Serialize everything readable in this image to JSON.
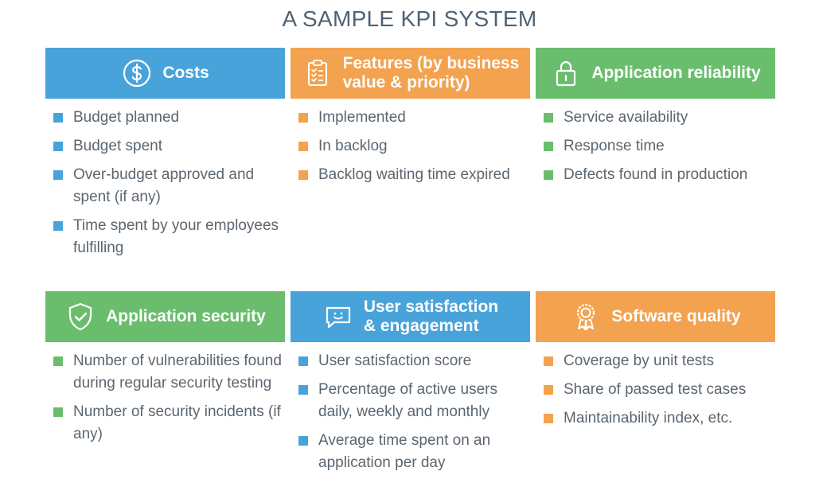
{
  "title": "A SAMPLE KPI SYSTEM",
  "colors": {
    "blue": "#49a3db",
    "orange": "#f3a24f",
    "green": "#6bbd6e",
    "title": "#4f6273"
  },
  "cards": [
    {
      "icon": "dollar-icon",
      "header": [
        "Costs"
      ],
      "items": [
        "Budget planned",
        "Budget spent",
        "Over-budget approved and spent (if any)",
        "Time spent by your employees fulfilling"
      ]
    },
    {
      "icon": "clipboard-checklist-icon",
      "header": [
        "Features (by business",
        "value & priority)"
      ],
      "items": [
        "Implemented",
        "In backlog",
        "Backlog waiting time expired"
      ]
    },
    {
      "icon": "lock-icon",
      "header": [
        "Application reliability"
      ],
      "items": [
        "Service availability",
        "Response time",
        "Defects found in production"
      ]
    },
    {
      "icon": "shield-check-icon",
      "header": [
        "Application security"
      ],
      "items": [
        "Number of vulnerabilities found during regular security testing",
        "Number of security incidents (if any)"
      ]
    },
    {
      "icon": "chat-smile-icon",
      "header": [
        "User satisfaction",
        "& engagement"
      ],
      "items": [
        "User satisfaction score",
        "Percentage of active users daily, weekly and monthly",
        "Average time spent on an application per day"
      ]
    },
    {
      "icon": "award-badge-icon",
      "header": [
        "Software quality"
      ],
      "items": [
        "Coverage by unit tests",
        "Share of passed test cases",
        "Maintainability index, etc."
      ]
    }
  ]
}
